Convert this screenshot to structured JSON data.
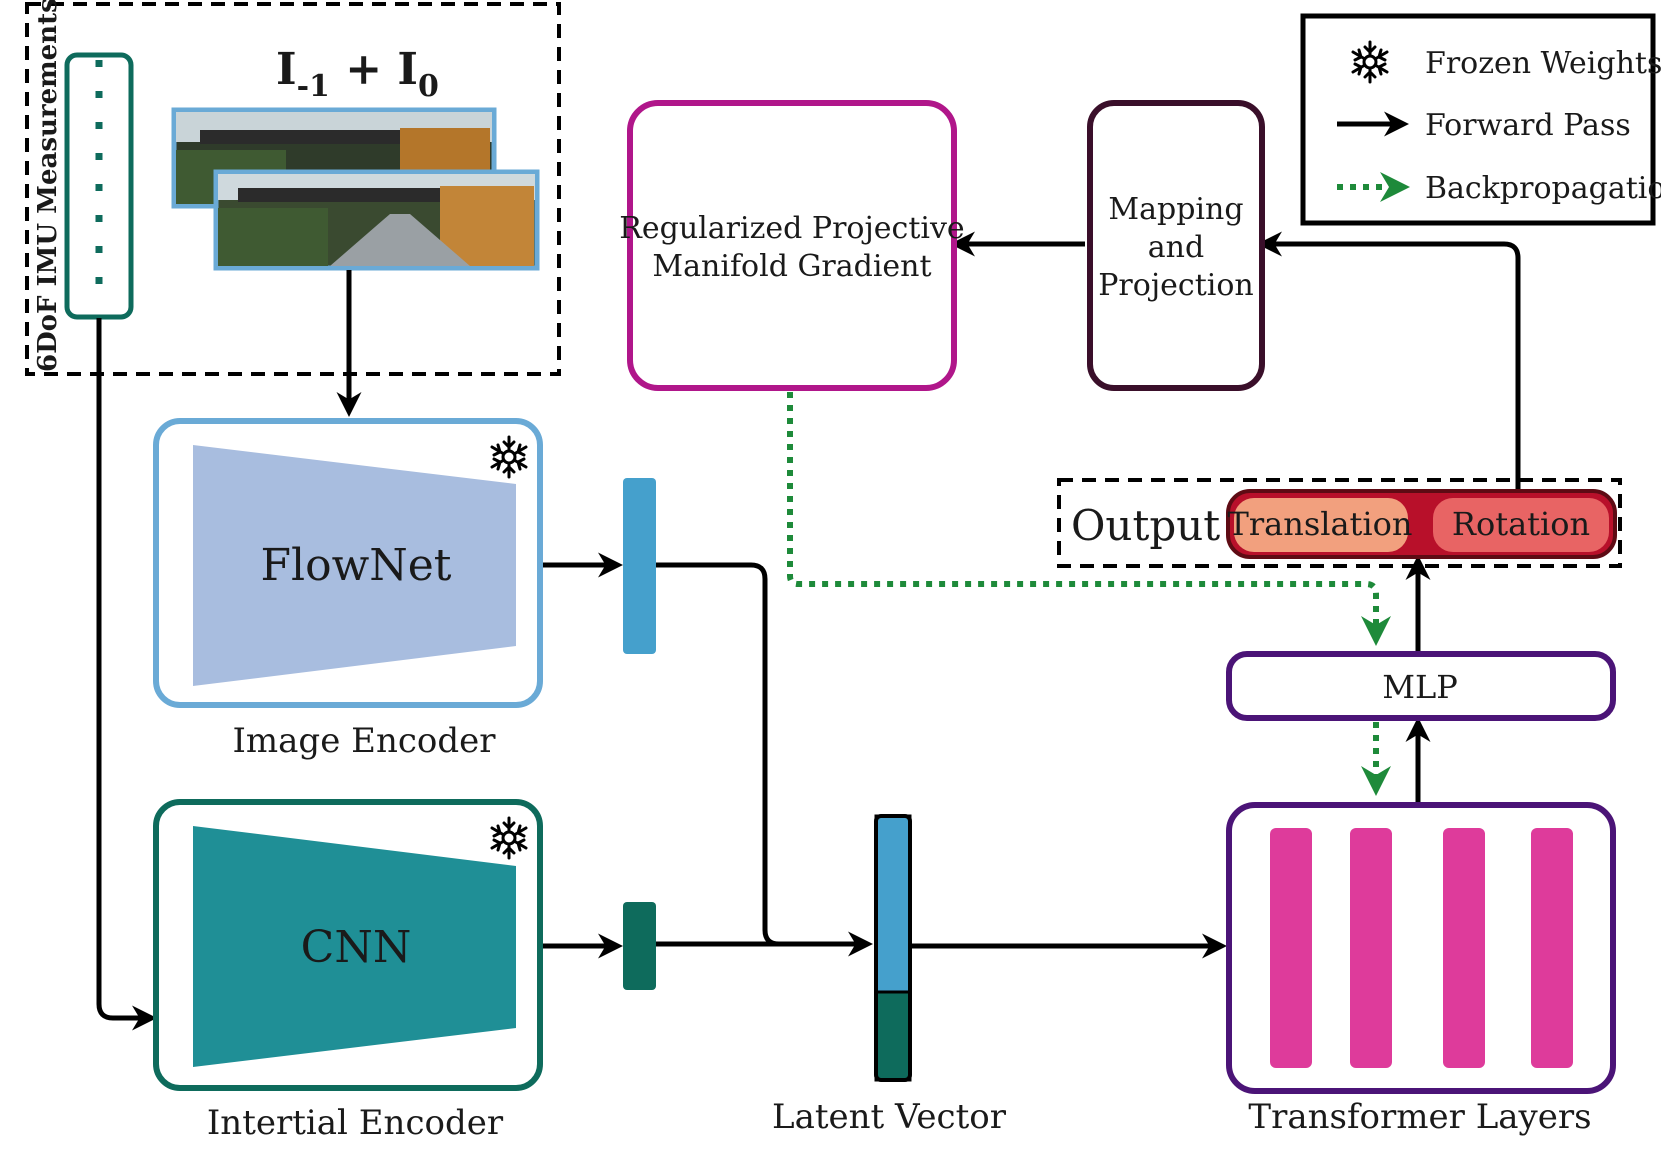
{
  "diagram": {
    "inputs": {
      "imu_label": "6DoF IMU Measurements",
      "image_pair_label": "I",
      "image_pair_sub1": "-1",
      "image_pair_plus": " + I",
      "image_pair_sub2": "0"
    },
    "image_encoder": {
      "name": "FlowNet",
      "caption": "Image Encoder"
    },
    "inertial_encoder": {
      "name": "CNN",
      "caption": "Intertial Encoder"
    },
    "latent": {
      "caption": "Latent Vector"
    },
    "transformer": {
      "caption": "Transformer Layers"
    },
    "mlp": {
      "label": "MLP"
    },
    "output": {
      "label": "Output",
      "translation": "Translation",
      "rotation": "Rotation"
    },
    "mapping": {
      "line1": "Mapping",
      "line2": "and",
      "line3": "Projection"
    },
    "gradient": {
      "line1": "Regularized Projective",
      "line2": "Manifold Gradient"
    },
    "legend": {
      "frozen": "Frozen Weights",
      "forward": "Forward Pass",
      "backprop": "Backpropagation"
    },
    "colors": {
      "flow_blue": "#6aaad6",
      "flownet_fill": "#a8bddf",
      "teal_dark": "#0e6b5c",
      "cnn_fill": "#1f8f96",
      "latent_blue": "#45a0cc",
      "magenta": "#b0168a",
      "maroon": "#3a0f2a",
      "purple": "#4b1477",
      "pink_bar": "#de3b9b",
      "output_red": "#b8102a",
      "translation_fill": "#f2a07e",
      "rotation_fill": "#e86464",
      "green_dotted": "#1e8a3a"
    }
  }
}
